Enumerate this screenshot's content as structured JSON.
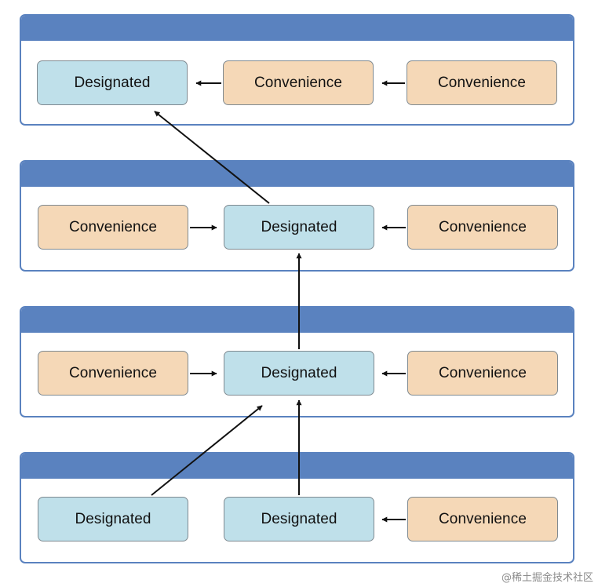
{
  "nodes": {
    "n1a": "Designated",
    "n1b": "Convenience",
    "n1c": "Convenience",
    "n2a": "Convenience",
    "n2b": "Designated",
    "n2c": "Convenience",
    "n3a": "Convenience",
    "n3b": "Designated",
    "n3c": "Convenience",
    "n4a": "Designated",
    "n4b": "Designated",
    "n4c": "Convenience"
  },
  "colors": {
    "panel_header": "#5a82bf",
    "designated_fill": "#bfe0ea",
    "convenience_fill": "#f5d8b7"
  },
  "watermark": "@稀土掘金技术社区"
}
